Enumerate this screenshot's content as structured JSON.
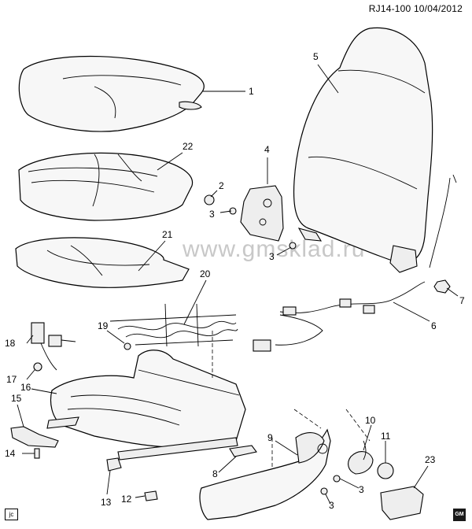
{
  "header": {
    "code": "RJ14-100",
    "date": "10/04/2012"
  },
  "watermark": "www.gmsklad.ru",
  "corner_tag": "jc",
  "brand": "GM",
  "callouts": [
    {
      "id": "c1",
      "label": "1"
    },
    {
      "id": "c2",
      "label": "2"
    },
    {
      "id": "c3a",
      "label": "3"
    },
    {
      "id": "c3b",
      "label": "3"
    },
    {
      "id": "c3c",
      "label": "3"
    },
    {
      "id": "c3d",
      "label": "3"
    },
    {
      "id": "c4",
      "label": "4"
    },
    {
      "id": "c5",
      "label": "5"
    },
    {
      "id": "c6",
      "label": "6"
    },
    {
      "id": "c7",
      "label": "7"
    },
    {
      "id": "c8",
      "label": "8"
    },
    {
      "id": "c9",
      "label": "9"
    },
    {
      "id": "c10",
      "label": "10"
    },
    {
      "id": "c11",
      "label": "11"
    },
    {
      "id": "c12",
      "label": "12"
    },
    {
      "id": "c13",
      "label": "13"
    },
    {
      "id": "c14",
      "label": "14"
    },
    {
      "id": "c15",
      "label": "15"
    },
    {
      "id": "c16",
      "label": "16"
    },
    {
      "id": "c17",
      "label": "17"
    },
    {
      "id": "c18",
      "label": "18"
    },
    {
      "id": "c19",
      "label": "19"
    },
    {
      "id": "c20",
      "label": "20"
    },
    {
      "id": "c21",
      "label": "21"
    },
    {
      "id": "c22",
      "label": "22"
    },
    {
      "id": "c23",
      "label": "23"
    }
  ]
}
